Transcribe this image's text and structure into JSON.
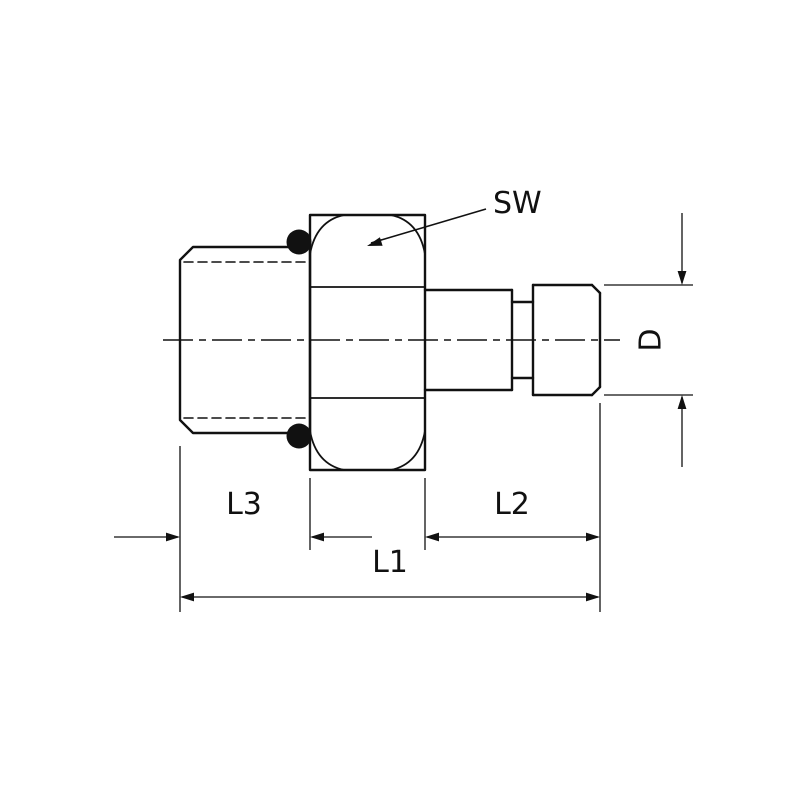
{
  "diagram": {
    "type": "technical-drawing",
    "labels": {
      "sw": "SW",
      "d": "D",
      "l3": "L3",
      "l2": "L2",
      "l1": "L1"
    },
    "colors": {
      "line": "#111111",
      "background": "#ffffff"
    }
  }
}
